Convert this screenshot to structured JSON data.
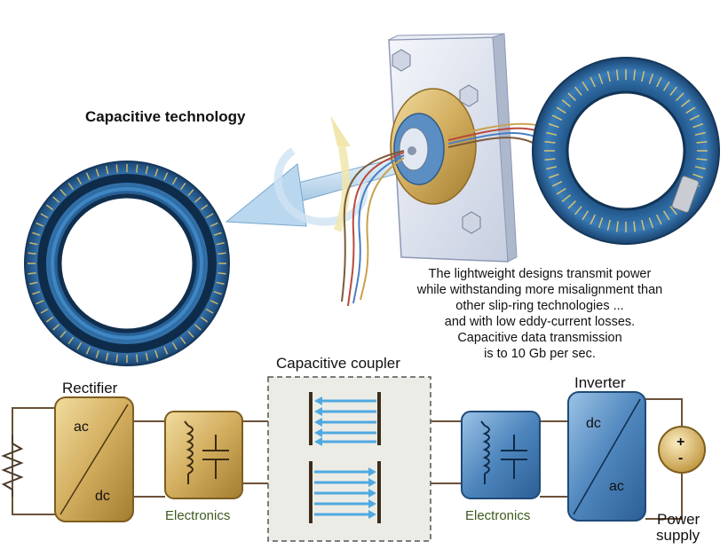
{
  "title": "Capacitive technology",
  "description": [
    "The lightweight designs transmit power",
    "while withstanding more misalignment than",
    "other slip-ring technologies ...",
    "and with low eddy-current losses.",
    "Capacitive data transmission",
    "is to 10 Gb per sec."
  ],
  "circuit": {
    "rectifier": {
      "label": "Rectifier",
      "top": "ac",
      "bottom": "dc"
    },
    "electronics_left": "Electronics",
    "coupler": "Capacitive coupler",
    "electronics_right": "Electronics",
    "inverter": {
      "label": "Inverter",
      "top": "dc",
      "bottom": "ac"
    },
    "power_supply": {
      "line1": "Power",
      "line2": "supply",
      "plus": "+",
      "minus": "-"
    }
  },
  "colors": {
    "gold": "#d4b266",
    "blue": "#3f78ad",
    "ring_blue": "#2f6da6",
    "arrow": "#4fa9e0",
    "electronics_text": "#3d5a1e"
  }
}
